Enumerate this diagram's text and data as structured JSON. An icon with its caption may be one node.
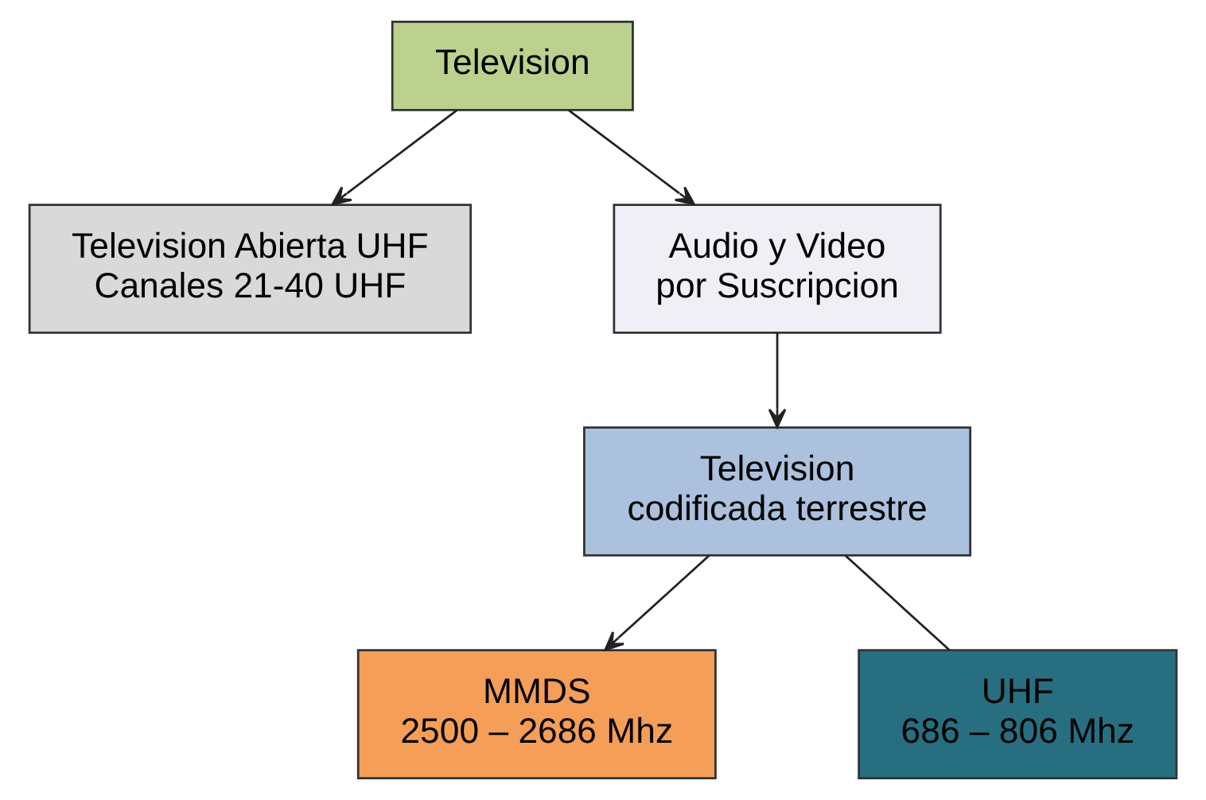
{
  "diagram": {
    "nodes": [
      {
        "text": [
          "Television"
        ]
      },
      {
        "text": [
          "Television Abierta UHF",
          "Canales 21-40 UHF"
        ]
      },
      {
        "text": [
          "Audio y Video por Suscripcion"
        ]
      },
      {
        "text": [
          "Television codificada terrestre"
        ]
      },
      {
        "text": [
          "MMDS",
          "2500 – 2686 Mhz"
        ]
      },
      {
        "text": [
          "UHF",
          "686 – 806 Mhz"
        ]
      }
    ],
    "edges": [
      {
        "from": 0,
        "to": 1,
        "arrow": "to"
      },
      {
        "from": 0,
        "to": 2,
        "arrow": "to"
      },
      {
        "from": 2,
        "to": 3,
        "arrow": "to"
      },
      {
        "from": 3,
        "to": 4,
        "arrow": "to"
      },
      {
        "from": 3,
        "to": 5,
        "arrow": "none"
      }
    ]
  }
}
